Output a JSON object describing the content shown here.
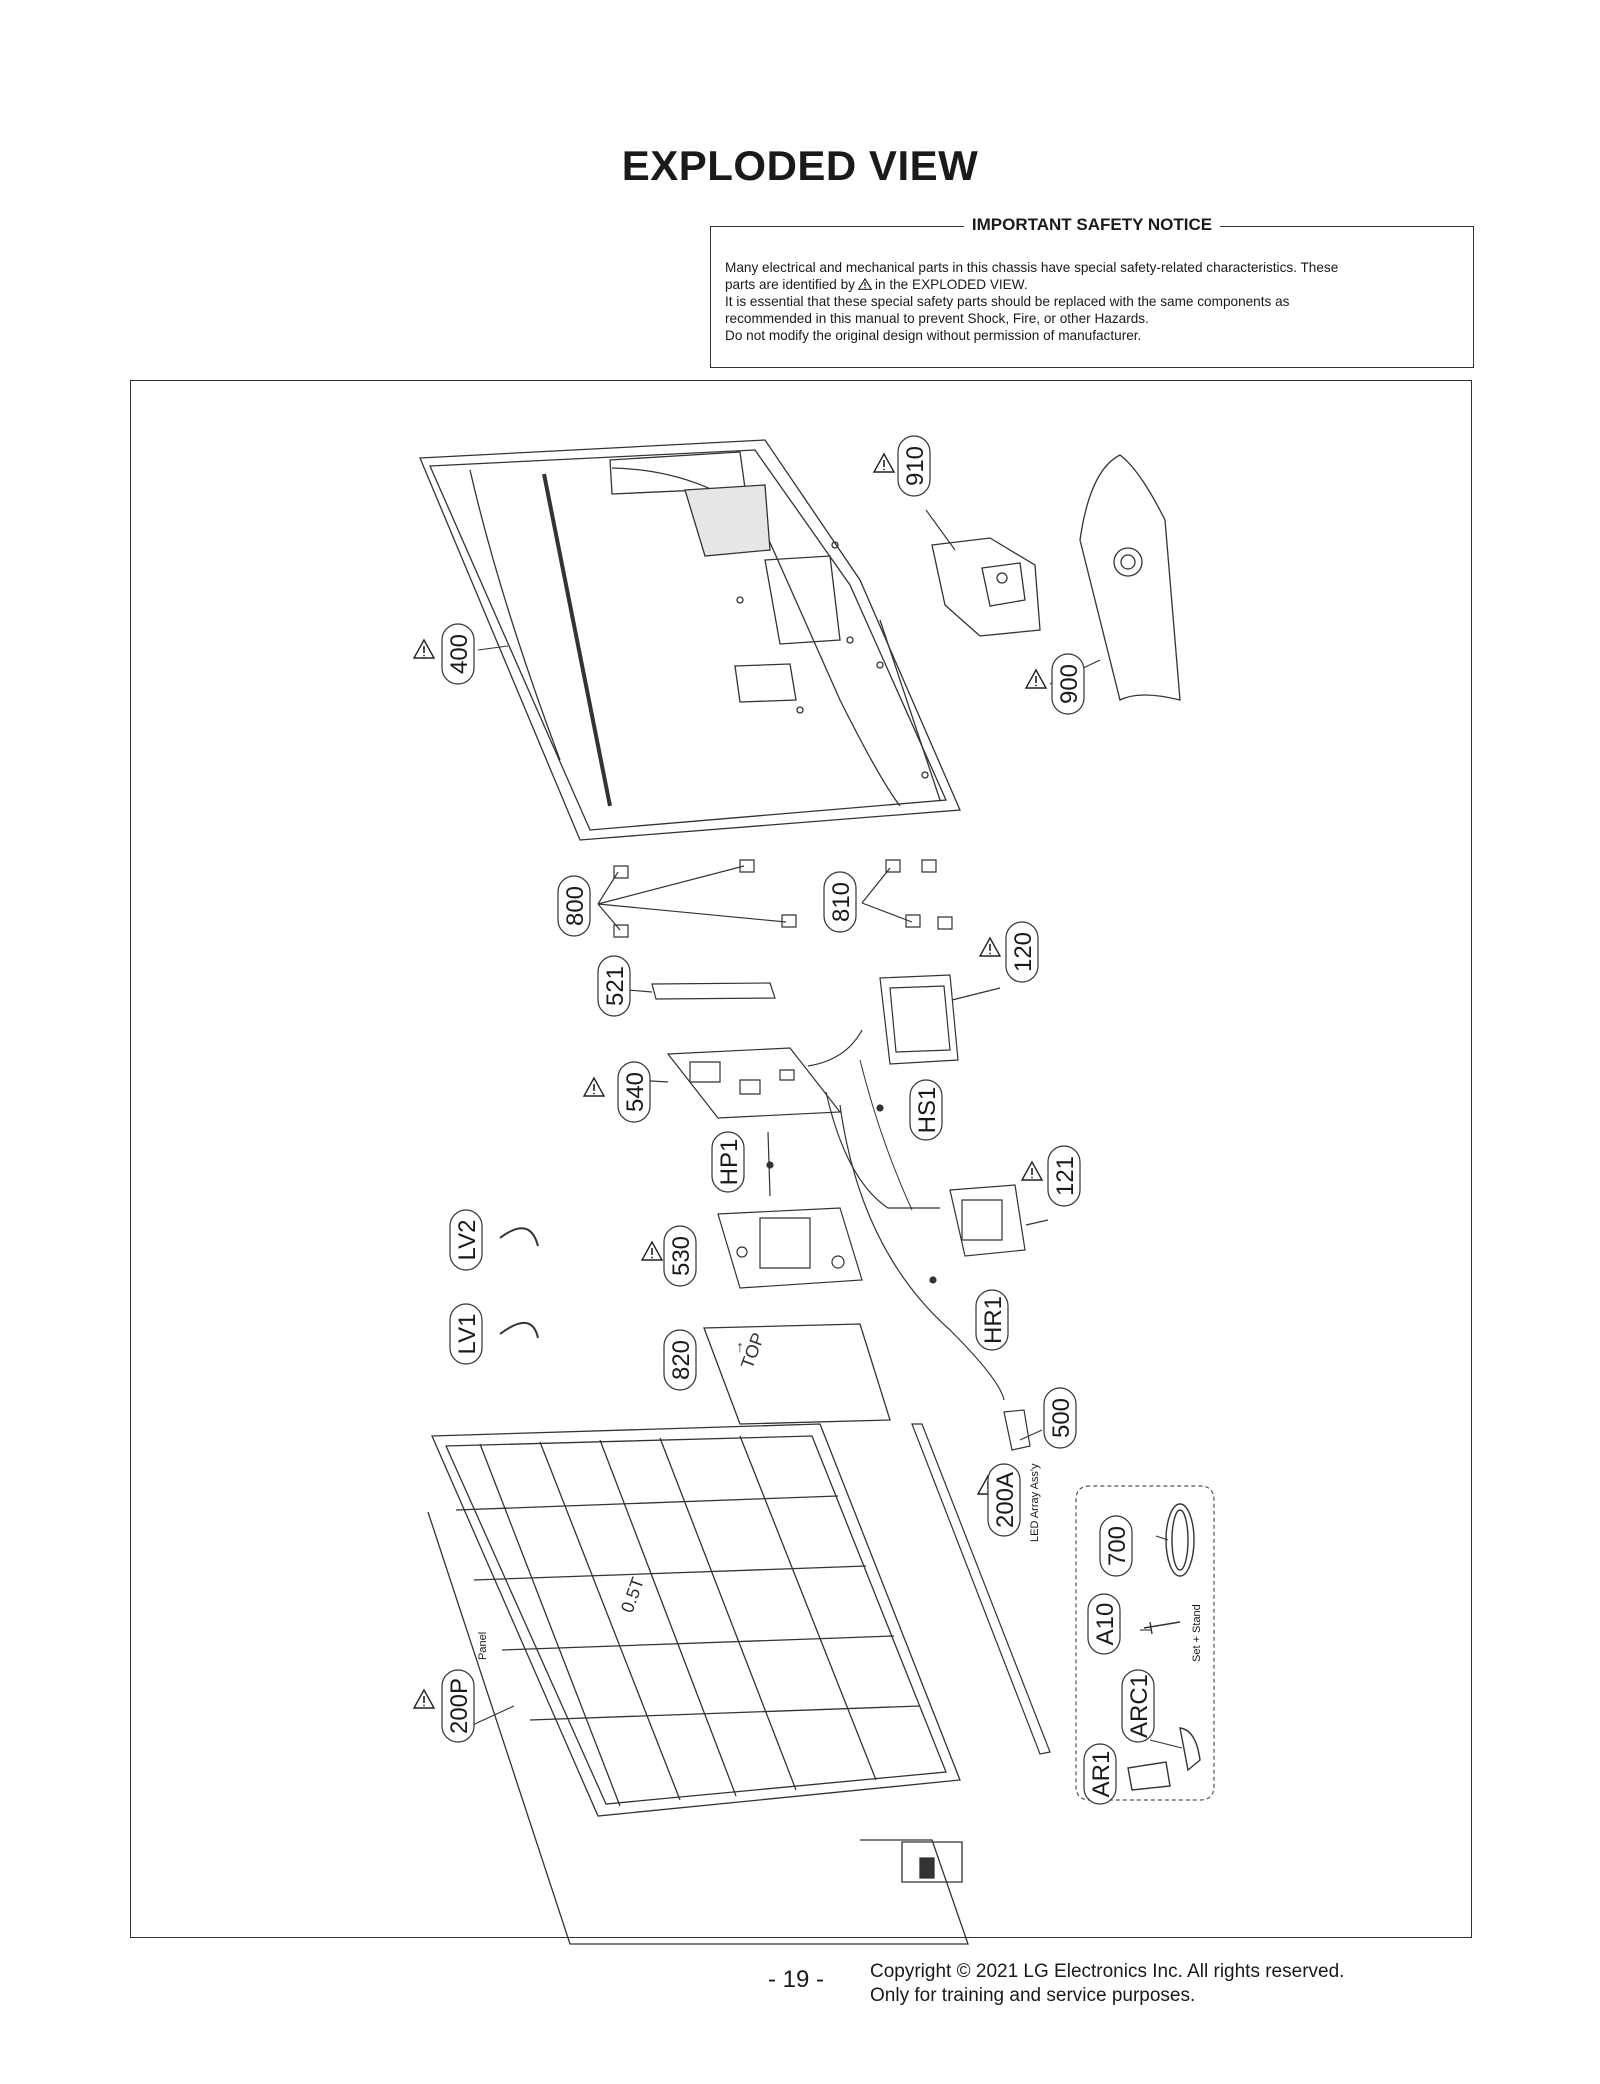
{
  "title": "EXPLODED VIEW",
  "notice": {
    "title": "IMPORTANT SAFETY NOTICE",
    "line1": "Many electrical and mechanical parts in this chassis have special safety-related characteristics. These",
    "line2a": "parts are identified by",
    "line2b": "in the EXPLODED VIEW.",
    "line3": "It is essential that these special safety parts should be replaced with the same components as",
    "line4": "recommended in this manual to prevent Shock, Fire, or other Hazards.",
    "line5": "Do not modify the original design without permission of manufacturer."
  },
  "parts": {
    "p400": "400",
    "p910": "910",
    "p900": "900",
    "p800": "800",
    "p810": "810",
    "p521": "521",
    "p120": "120",
    "p540": "540",
    "pHS1": "HS1",
    "pHP1": "HP1",
    "p121": "121",
    "pLV2": "LV2",
    "p530": "530",
    "pLV1": "LV1",
    "pHR1": "HR1",
    "p820": "820",
    "p500": "500",
    "p200A": "200A",
    "p700": "700",
    "pA10": "A10",
    "p200P": "200P",
    "pARC1": "ARC1",
    "pAR1": "AR1"
  },
  "captions": {
    "led": "LED Array Ass'y",
    "panel": "Panel",
    "set_stand": "Set + Stand"
  },
  "board_text": {
    "top": "TOP",
    "arrow": "↑",
    "label_05t": "0.5T"
  },
  "footer": {
    "page": "- 19 -",
    "copyright": "Copyright © 2021 LG Electronics Inc. All rights reserved.",
    "training": "Only for training and service purposes."
  }
}
